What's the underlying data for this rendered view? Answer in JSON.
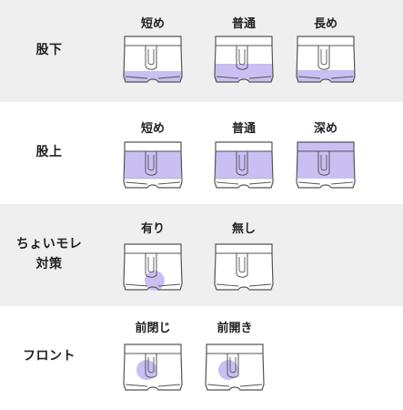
{
  "accent_color": "#c9bff3",
  "rows": [
    {
      "label_lines": [
        "股下"
      ],
      "options": [
        {
          "label": "短め",
          "highlight": "leg-short"
        },
        {
          "label": "普通",
          "highlight": "leg-normal"
        },
        {
          "label": "長め",
          "highlight": "leg-long"
        }
      ]
    },
    {
      "label_lines": [
        "股上"
      ],
      "options": [
        {
          "label": "短め",
          "highlight": "rise-short"
        },
        {
          "label": "普通",
          "highlight": "rise-normal"
        },
        {
          "label": "深め",
          "highlight": "rise-deep"
        }
      ]
    },
    {
      "label_lines": [
        "ちょいモレ",
        "対策"
      ],
      "options": [
        {
          "label": "有り",
          "highlight": "drip-yes"
        },
        {
          "label": "無し",
          "highlight": "none"
        }
      ]
    },
    {
      "label_lines": [
        "フロント"
      ],
      "options": [
        {
          "label": "前閉じ",
          "highlight": "front-closed"
        },
        {
          "label": "前開き",
          "highlight": "front-open"
        }
      ]
    }
  ]
}
